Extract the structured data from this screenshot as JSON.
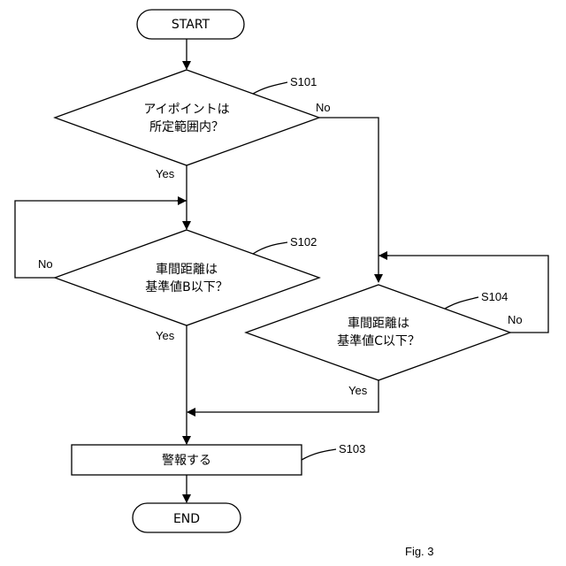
{
  "nodes": {
    "start": "START",
    "s101_line1": "アイポイントは",
    "s101_line2": "所定範囲内？",
    "s102_line1": "車間距離は",
    "s102_line2": "基準値B以下？",
    "s104_line1": "車間距離は",
    "s104_line2": "基準値C以下？",
    "s103": "警報する",
    "end": "END"
  },
  "step_labels": {
    "s101": "S101",
    "s102": "S102",
    "s103": "S103",
    "s104": "S104"
  },
  "branch_labels": {
    "s101_yes": "Yes",
    "s101_no": "No",
    "s102_yes": "Yes",
    "s102_no": "No",
    "s104_yes": "Yes",
    "s104_no": "No"
  },
  "figure_label": "Fig. 3"
}
